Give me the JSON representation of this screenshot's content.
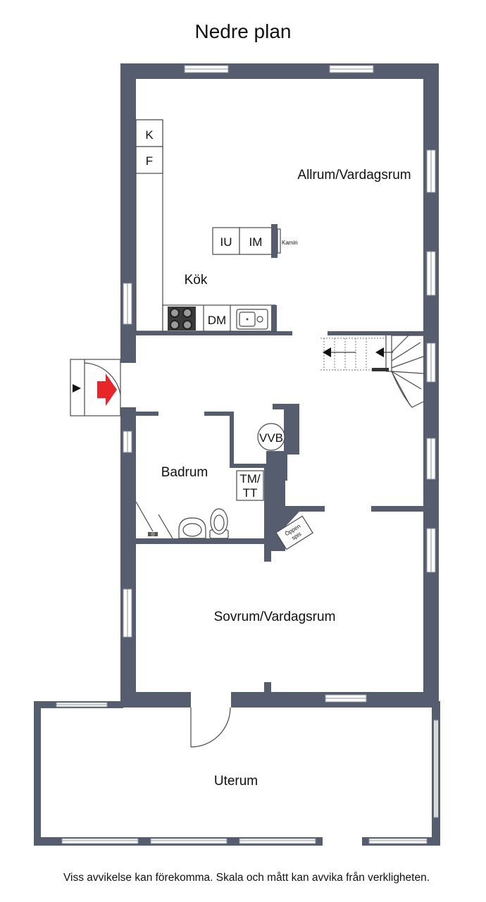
{
  "title": "Nedre plan",
  "rooms": {
    "allrum": "Allrum/Vardagsrum",
    "kok": "Kök",
    "badrum": "Badrum",
    "sovrum": "Sovrum/Vardagsrum",
    "uterum": "Uterum"
  },
  "fixtures": {
    "k": "K",
    "f": "F",
    "iu": "IU",
    "im": "IM",
    "kamin": "Kamin",
    "dm": "DM",
    "vvb": "VVB",
    "tm_line1": "TM/",
    "tm_line2": "TT",
    "oppen_spis_line1": "Öppen",
    "oppen_spis_line2": "spis"
  },
  "colors": {
    "wall": "#555d6f",
    "entrance_arrow": "#e8262a"
  },
  "disclaimer": "Viss avvikelse kan förekomma. Skala och mått kan avvika från verkligheten."
}
